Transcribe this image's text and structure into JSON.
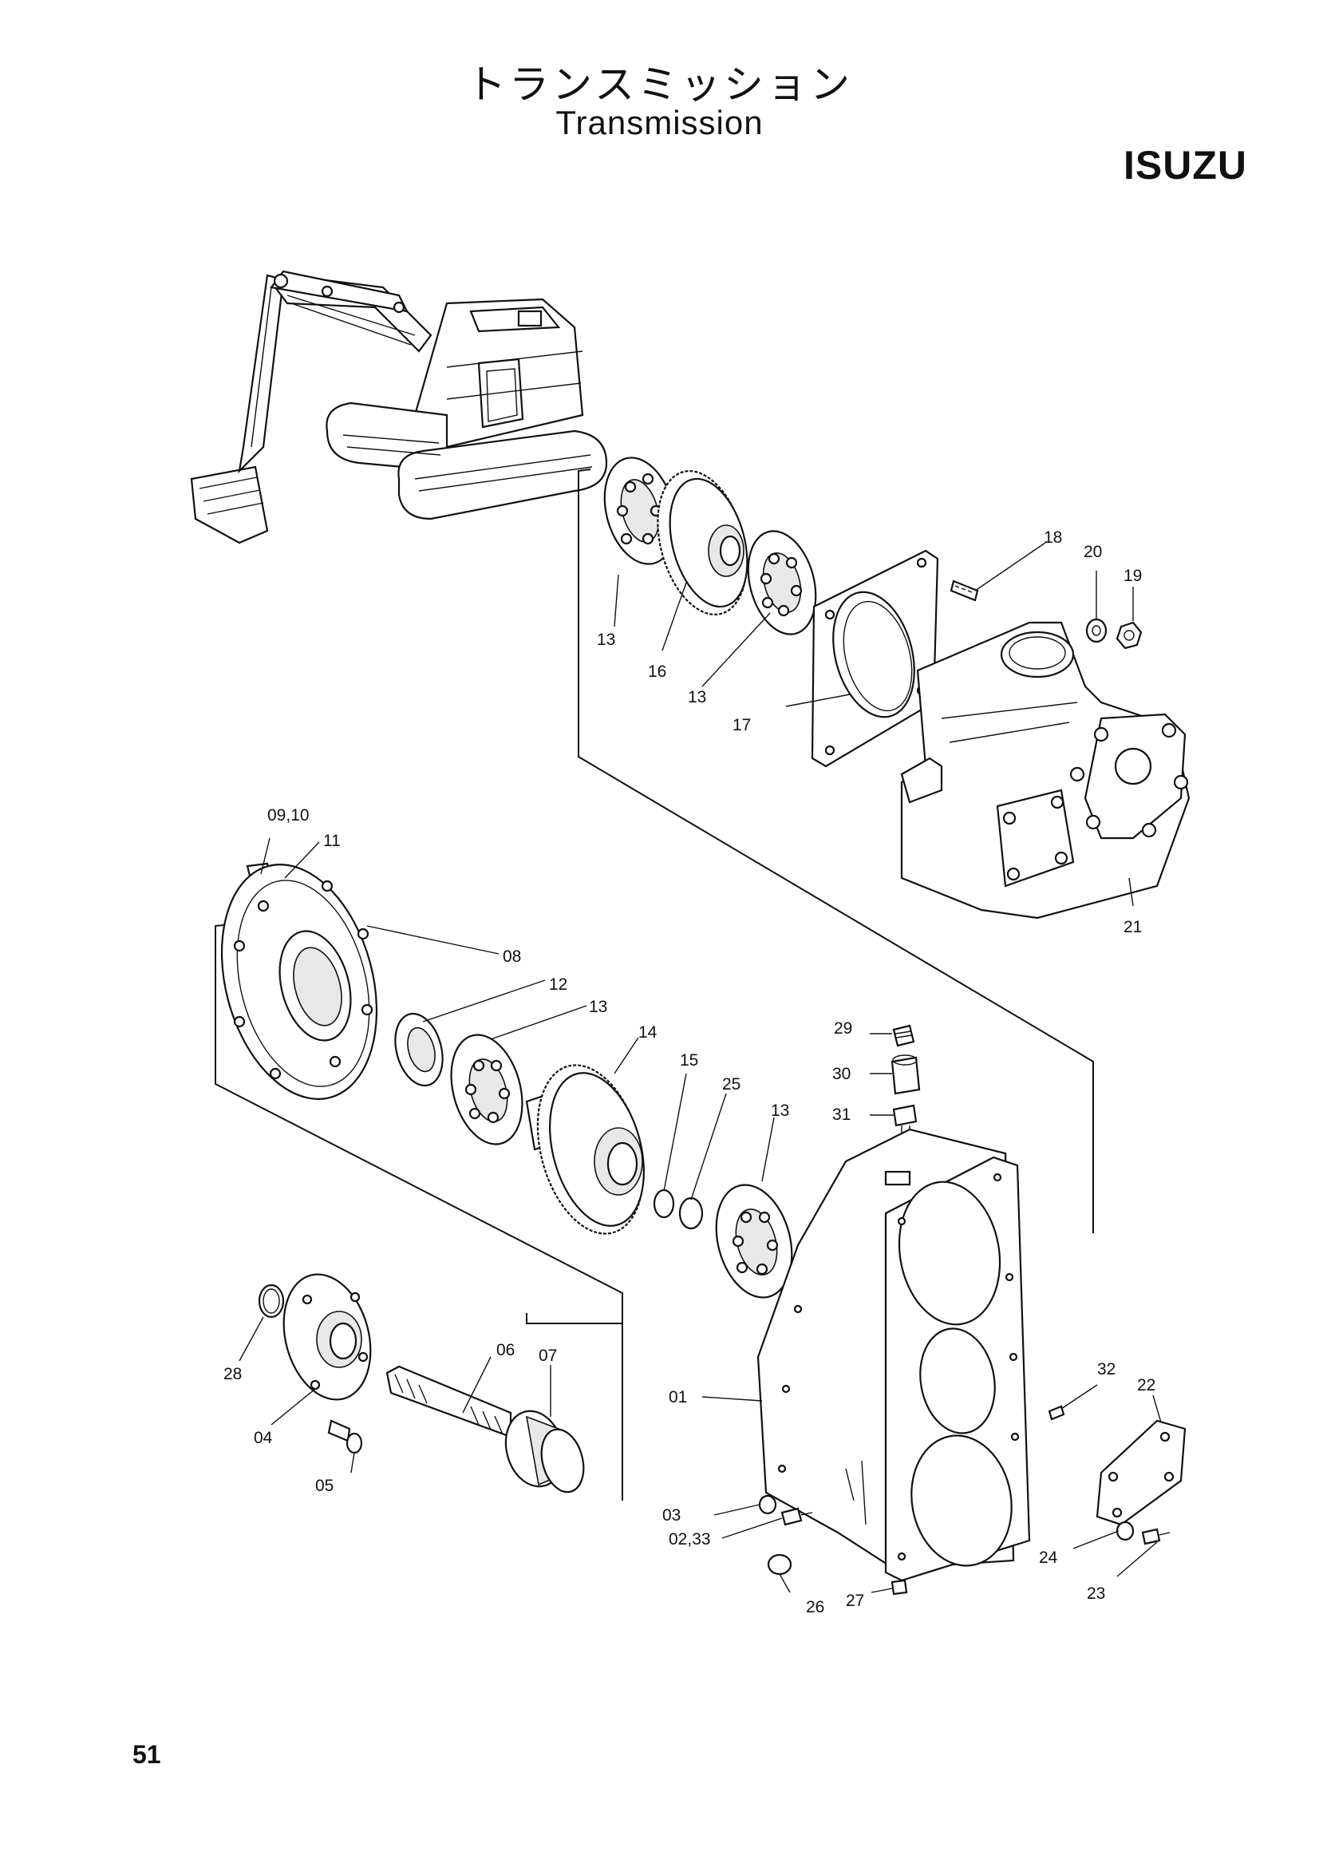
{
  "header": {
    "title_jp": "トランスミッション",
    "title_en": "Transmission",
    "brand": "ISUZU"
  },
  "footer": {
    "page_number": "51"
  },
  "callouts": {
    "p01": "01",
    "p02_33": "02,33",
    "p03": "03",
    "p04": "04",
    "p05": "05",
    "p06": "06",
    "p07": "07",
    "p08": "08",
    "p09_10": "09,10",
    "p11": "11",
    "p12": "12",
    "p13a": "13",
    "p13b": "13",
    "p13c": "13",
    "p13d": "13",
    "p14": "14",
    "p15": "15",
    "p16": "16",
    "p17": "17",
    "p18": "18",
    "p19": "19",
    "p20": "20",
    "p21": "21",
    "p22": "22",
    "p23": "23",
    "p24": "24",
    "p25": "25",
    "p26": "26",
    "p27": "27",
    "p28": "28",
    "p29": "29",
    "p30": "30",
    "p31": "31",
    "p32": "32"
  }
}
